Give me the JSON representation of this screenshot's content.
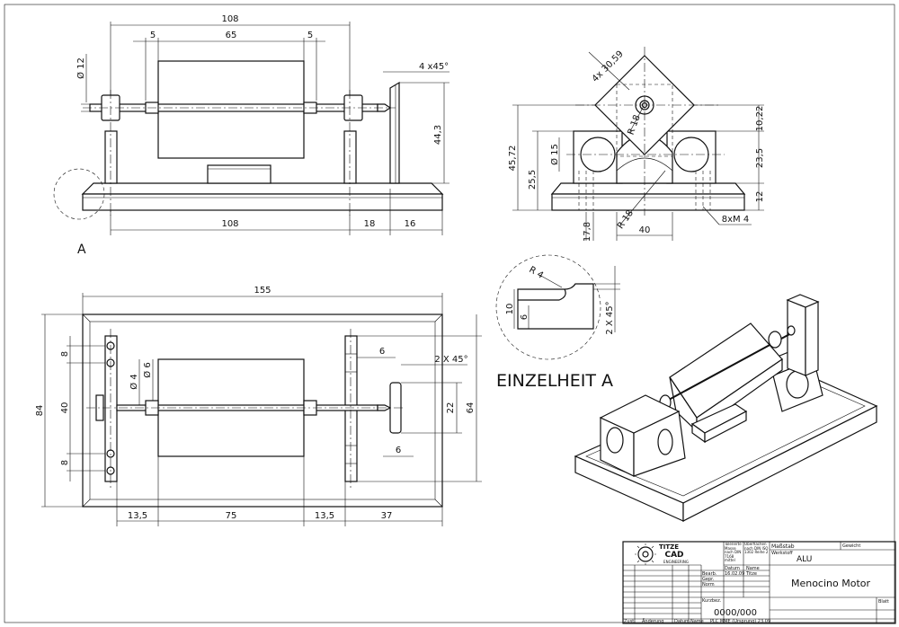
{
  "drawing": {
    "detail_marker": "A",
    "detail_title": "EINZELHEIT A",
    "front_view": {
      "dims": {
        "total_width": "108",
        "left_gap": "5",
        "motor_length": "65",
        "right_gap": "5",
        "shaft_dia": "Ø 12",
        "chamfer": "4 x45°",
        "height": "44,3",
        "bottom_width": "108",
        "bottom_gap": "18",
        "plate_width": "16"
      }
    },
    "side_view": {
      "dims": {
        "diamond": "4x 30,59",
        "radius_top": "R 18",
        "bore_dia": "Ø 15",
        "total_height": "45,72",
        "lower_height": "25,5",
        "h1": "10,22",
        "h2": "23,5",
        "h3": "12",
        "left_offset": "17,8",
        "radius_bottom": "R 18",
        "base_width": "40",
        "thread": "8xM 4"
      }
    },
    "top_view": {
      "dims": {
        "total_width": "155",
        "total_height": "84",
        "spacing_top": "8",
        "spacing_mid": "40",
        "spacing_bottom": "8",
        "dia_small": "Ø 4",
        "dia_hub": "Ø 6",
        "block_width": "6",
        "chamfer": "2 X 45°",
        "inner_height": "22",
        "outer_height": "64",
        "plate_width": "6",
        "b1": "13,5",
        "b2": "75",
        "b3": "13,5",
        "b4": "37"
      }
    },
    "detail": {
      "radius": "R 4",
      "h1": "10",
      "h2": "6",
      "chamfer": "2 X 45°"
    }
  },
  "title_block": {
    "logo_line1": "TITZE",
    "logo_line2": "CAD",
    "logo_line3": "ENGINEERING",
    "tolerance_label": "Tolerierte Masse nach DIN 7168 mittel",
    "surface_label": "Oberflächen nach DIN ISO 1302 Reihe 2",
    "scale_label": "Maßstab",
    "weight_label": "Gewicht",
    "material_label": "Werkstoff",
    "material": "ALU",
    "date_label": "Datum",
    "name_label": "Name",
    "drawn_label": "Bearb.",
    "drawn_date": "16.02.09",
    "drawn_name": "Titze",
    "checked_label": "Gepr.",
    "norm_label": "Norm",
    "title": "Menocino Motor",
    "drawing_number_label": "Kurzbez.",
    "drawing_number": "0000/000",
    "sheet_label": "Blatt",
    "status_col": "Zust.",
    "change_col": "Änderung",
    "change_date_col": "Datum",
    "change_name_col": "Name",
    "origin_text": "PLC MME (Ursprung) 23.09"
  }
}
